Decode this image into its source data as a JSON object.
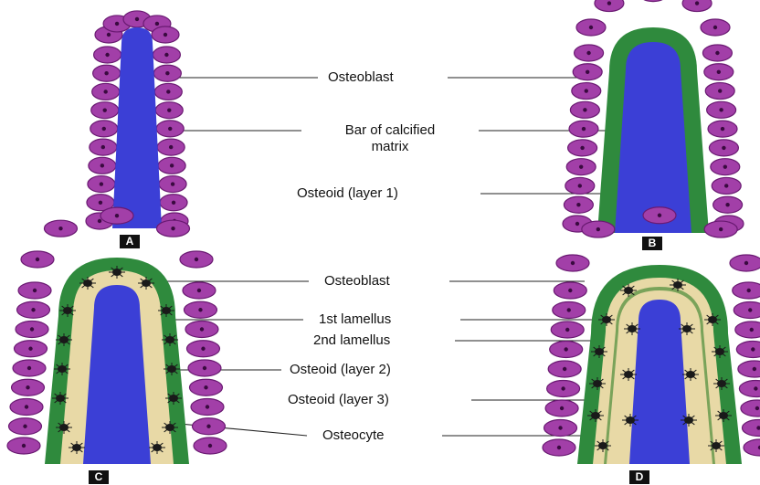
{
  "colors": {
    "cell_fill": "#a23fa8",
    "cell_border": "#6a1a72",
    "nucleus": "#3a0a40",
    "matrix_blue": "#3b3fd6",
    "osteoid_green": "#2f8a3d",
    "lamellus_beige": "#e8d9a6",
    "osteocyte": "#1a1a1a"
  },
  "panels": {
    "a": {
      "tag": "A",
      "cell_icon": "osteoblast-cell"
    },
    "b": {
      "tag": "B",
      "cell_icon": "osteoblast-cell"
    },
    "c": {
      "tag": "C",
      "cell_icon": "osteoblast-cell",
      "osteocyte_icon": "osteocyte-spider"
    },
    "d": {
      "tag": "D",
      "cell_icon": "osteoblast-cell",
      "osteocyte_icon": "osteocyte-spider"
    }
  },
  "labels_top": {
    "osteoblast": "Osteoblast",
    "bar_line1": "Bar of calcified",
    "bar_line2": "matrix",
    "osteoid_layer1": "Osteoid (layer 1)"
  },
  "labels_bottom": {
    "osteoblast": "Osteoblast",
    "lamellus_1": "1st lamellus",
    "lamellus_2": "2nd lamellus",
    "osteoid_layer2": "Osteoid (layer 2)",
    "osteoid_layer3": "Osteoid (layer 3)",
    "osteocyte": "Osteocyte"
  }
}
